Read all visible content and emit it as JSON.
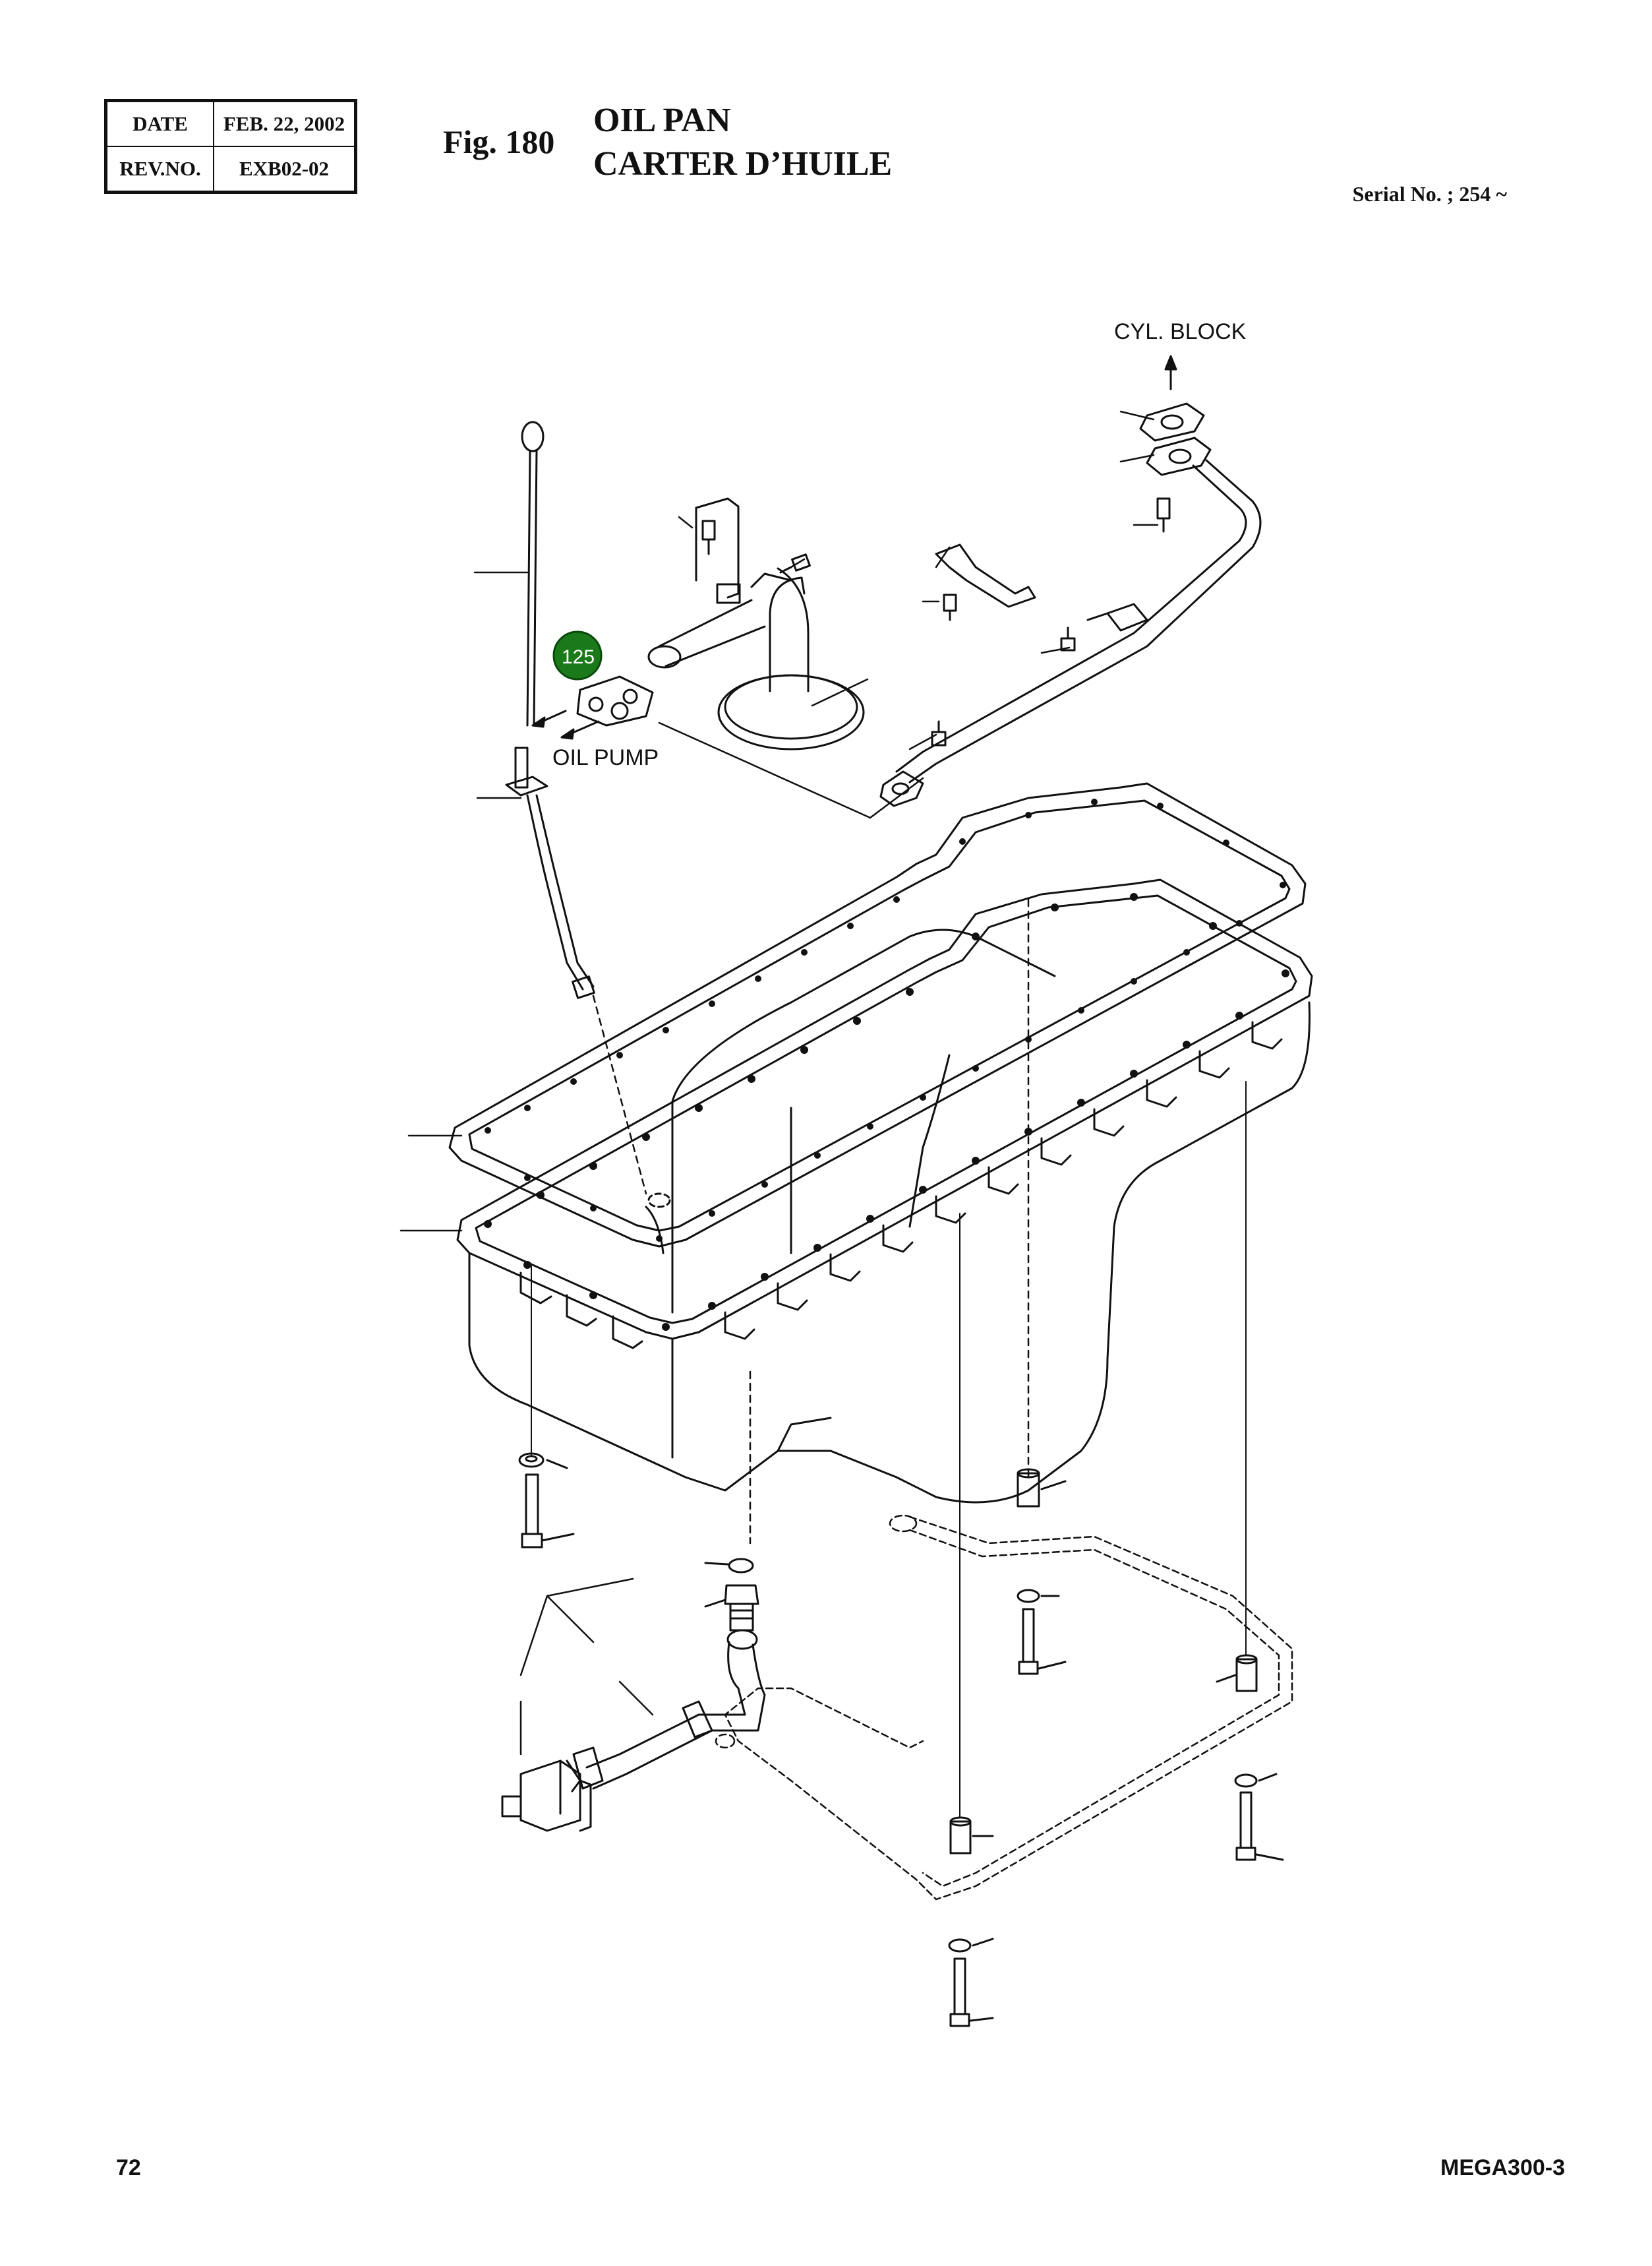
{
  "header": {
    "date_label": "DATE",
    "date_value": "FEB. 22, 2002",
    "rev_label": "REV.NO.",
    "rev_value": "EXB02-02",
    "fig_number": "Fig. 180",
    "title_en": "OIL PAN",
    "title_fr": "CARTER D’HUILE",
    "serial": "Serial No. ; 254 ~"
  },
  "diagram": {
    "label_cyl_block": "CYL. BLOCK",
    "label_oil_pump": "OIL PUMP",
    "badge_text": "125",
    "badge_color": "#1a7a1a",
    "line_color": "#111111"
  },
  "footer": {
    "page_number": "72",
    "model": "MEGA300-3"
  }
}
